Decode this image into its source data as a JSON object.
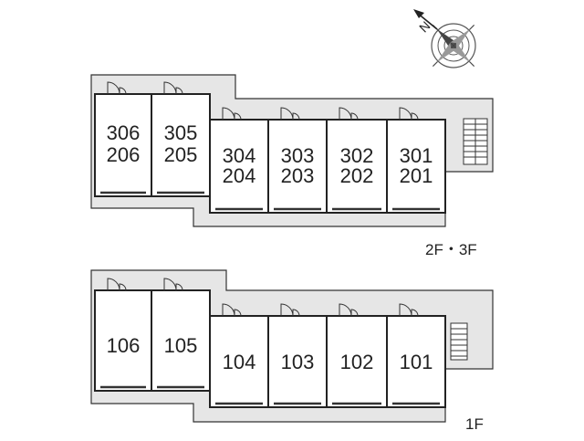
{
  "compass": {
    "label": "N"
  },
  "upper_floor": {
    "label": "2F・3F",
    "units": [
      {
        "line1": "306",
        "line2": "206"
      },
      {
        "line1": "305",
        "line2": "205"
      },
      {
        "line1": "304",
        "line2": "204"
      },
      {
        "line1": "303",
        "line2": "203"
      },
      {
        "line1": "302",
        "line2": "202"
      },
      {
        "line1": "301",
        "line2": "201"
      }
    ]
  },
  "ground_floor": {
    "label": "1F",
    "units": [
      {
        "line1": "106"
      },
      {
        "line1": "105"
      },
      {
        "line1": "104"
      },
      {
        "line1": "103"
      },
      {
        "line1": "102"
      },
      {
        "line1": "101"
      }
    ]
  }
}
